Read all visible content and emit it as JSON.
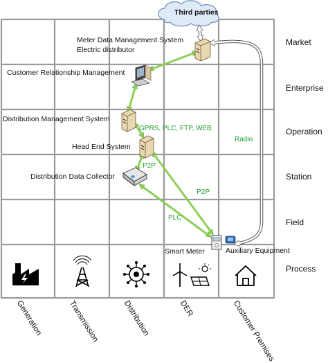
{
  "cloud": {
    "label": "Third parties"
  },
  "nodes": {
    "mdms": {
      "line1": "Meter Data Management System",
      "line2": "Electric distributor"
    },
    "crm": {
      "label": "Customer Relationship Management"
    },
    "dms": {
      "label": "Distribution Management System"
    },
    "hes": {
      "label": "Head End System"
    },
    "ddc": {
      "label": "Distribution Data Collector"
    },
    "smart_meter": {
      "label": "Smart Meter"
    },
    "aux": {
      "label": "Auxiliary Equipment"
    }
  },
  "links": {
    "protocols": "GPRS, PLC, FTP, WEB",
    "radio": "Radio",
    "p2p_upper": "P2P",
    "p2p_lower": "P2P",
    "plc": "PLC"
  },
  "zones": [
    "Market",
    "Enterprise",
    "Operation",
    "Station",
    "Field",
    "Process"
  ],
  "domains": [
    "Generation",
    "Transmission",
    "Distribution",
    "DER",
    "Customer Premises"
  ],
  "colors": {
    "arrow_green": "#8ccf5a",
    "text_green": "#1f9a2e",
    "grid": "#9a9a9a"
  }
}
